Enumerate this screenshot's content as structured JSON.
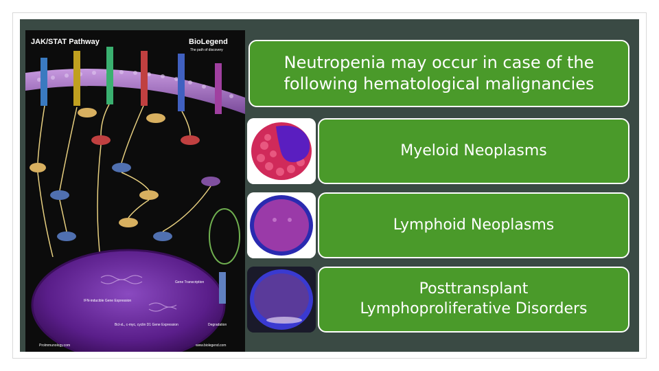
{
  "slide": {
    "title": "Neutropenia may occur in case of the following  hematological malignancies",
    "items": [
      {
        "label": "Myeloid Neoplasms"
      },
      {
        "label": "Lymphoid Neoplasms"
      },
      {
        "label": "Posttransplant Lymphoproliferative Disorders"
      }
    ]
  },
  "diagram": {
    "title": "JAK/STAT Pathway",
    "brand": "BioLegend",
    "tagline": "The path of discovery",
    "footer_left": "Prolmmunology.com",
    "footer_right": "www.biolegend.com",
    "labels": {
      "degradation": "Degradation",
      "gene_expression_1": "IFN-inducible Gene Expression",
      "gene_expression_2": "Bcl-xL, c-myc, cyclin D1 Gene Expression",
      "gene_transcription": "Gene Transcription"
    }
  },
  "colors": {
    "slide_bg": "#3a4a44",
    "box_fill": "#4a9a2a",
    "box_border": "#ffffff",
    "diagram_bg": "#0c0c0c",
    "membrane": "#9a6ab8",
    "nucleus": "#6a2a9a"
  }
}
